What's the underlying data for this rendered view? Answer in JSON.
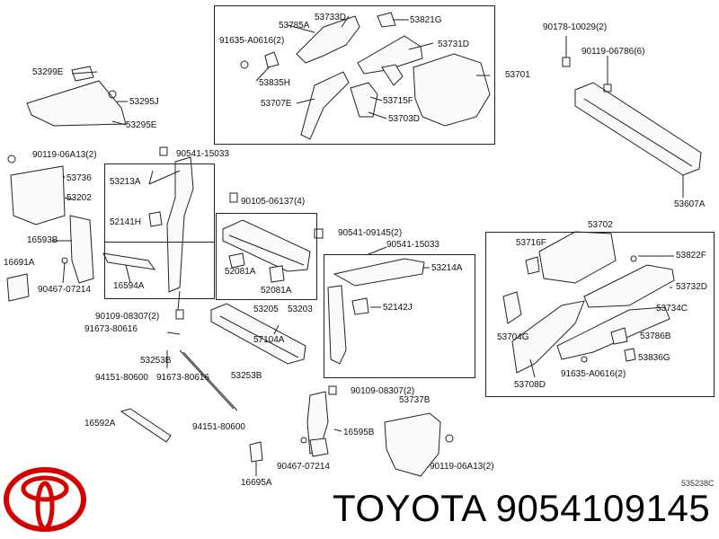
{
  "diagram": {
    "reference_code": "535238C",
    "labels": {
      "p53733D": "53733D",
      "p53821G": "53821G",
      "p53785A": "53785A",
      "p91635A0616a": "91635-A0616(2)",
      "p53731D": "53731D",
      "p53835H": "53835H",
      "p53707E": "53707E",
      "p53715F": "53715F",
      "p53703D": "53703D",
      "p53701": "53701",
      "p90178": "90178-10029(2)",
      "p90119_06786": "90119-06786(6)",
      "p53607A": "53607A",
      "p53299E": "53299E",
      "p53295J": "53295J",
      "p53295E": "53295E",
      "p90119_06A13a": "90119-06A13(2)",
      "p53736": "53736",
      "p53202": "53202",
      "p90541_15033a": "90541-15033",
      "p53213A": "53213A",
      "p52141H": "52141H",
      "p90105": "90105-06137(4)",
      "p90541_09145": "90541-09145(2)",
      "p90541_15033b": "90541-15033",
      "p53702": "53702",
      "p53716F": "53716F",
      "p53822F": "53822F",
      "p53732D": "53732D",
      "p53734C": "53734C",
      "p53704G": "53704G",
      "p53786B": "53786B",
      "p53836G": "53836G",
      "p91635A0616b": "91635-A0616(2)",
      "p53708D": "53708D",
      "p16593B": "16593B",
      "p16691A": "16691A",
      "p90467a": "90467-07214",
      "p16594A": "16594A",
      "p52081Aa": "52081A",
      "p52081Ab": "52081A",
      "p53214A": "53214A",
      "p52142J": "52142J",
      "p53205": "53205",
      "p53203": "53203",
      "p90109a": "90109-08307(2)",
      "p91673a": "91673-80616",
      "p57104A": "57104A",
      "p53253Ba": "53253B",
      "p94151a": "94151-80600",
      "p91673b": "91673-80616",
      "p53253Bb": "53253B",
      "p90109b": "90109-08307(2)",
      "p53737B": "53737B",
      "p16592A": "16592A",
      "p94151b": "94151-80600",
      "p16595B": "16595B",
      "p90467b": "90467-07214",
      "p90119_06A13b": "90119-06A13(2)",
      "p16695A": "16695A"
    }
  },
  "footer": {
    "brand": "TOYOTA",
    "part_number": "9054109145",
    "logo_icon": "toyota-logo-icon",
    "logo_color": "#d40000"
  }
}
